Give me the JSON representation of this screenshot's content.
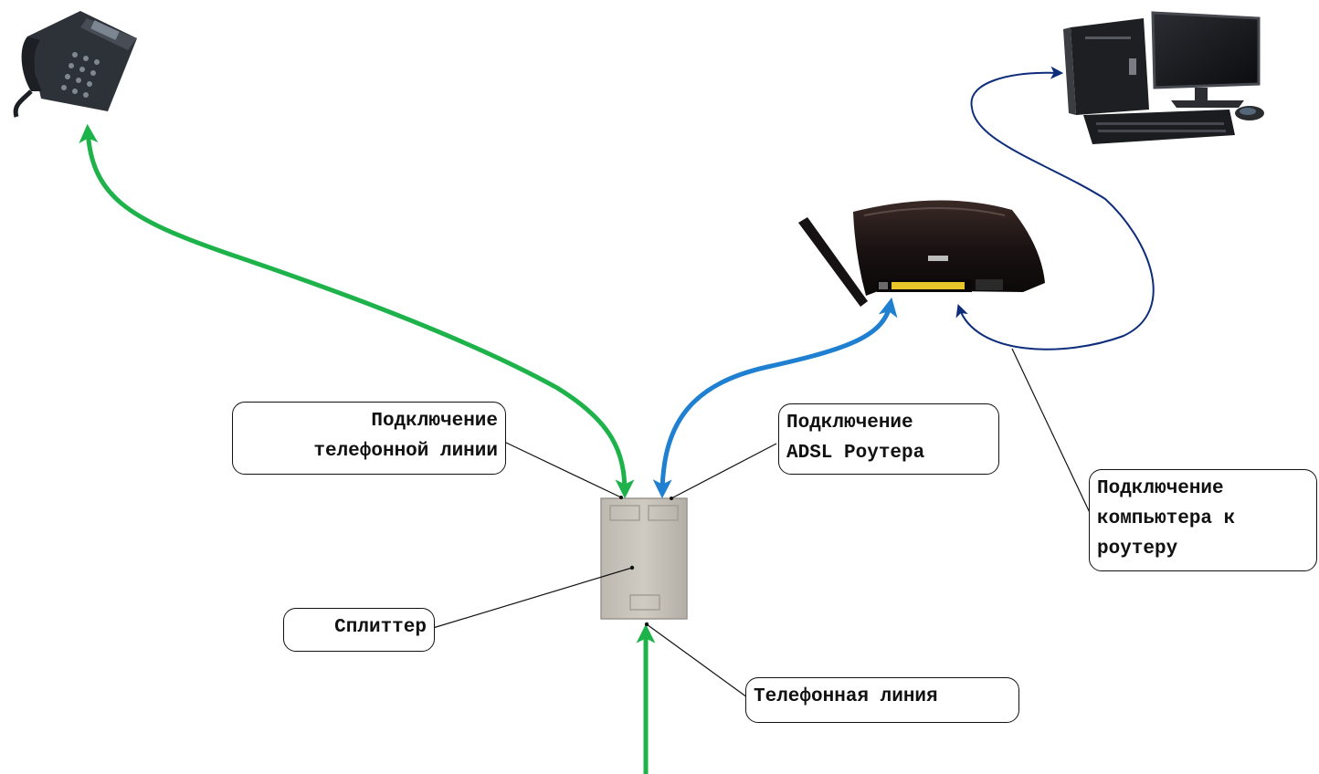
{
  "labels": {
    "phone_line_connection": [
      "Подключение",
      "телефонной линии"
    ],
    "adsl_router_connection": [
      "Подключение",
      "ADSL Роутера"
    ],
    "computer_to_router": [
      "Подключение",
      "компьютера к",
      "роутеру"
    ],
    "splitter": "Сплиттер",
    "phone_line": "Телефонная линия"
  },
  "colors": {
    "phone_cable": "#1eb34a",
    "adsl_cable": "#1f7fd0",
    "ethernet_cable": "#0d2d7a",
    "leader_line": "#111111"
  },
  "devices": {
    "phone": "ip-phone-icon",
    "router": "adsl-router-icon",
    "computer": "desktop-computer-icon",
    "splitter": "splitter-box-icon"
  }
}
